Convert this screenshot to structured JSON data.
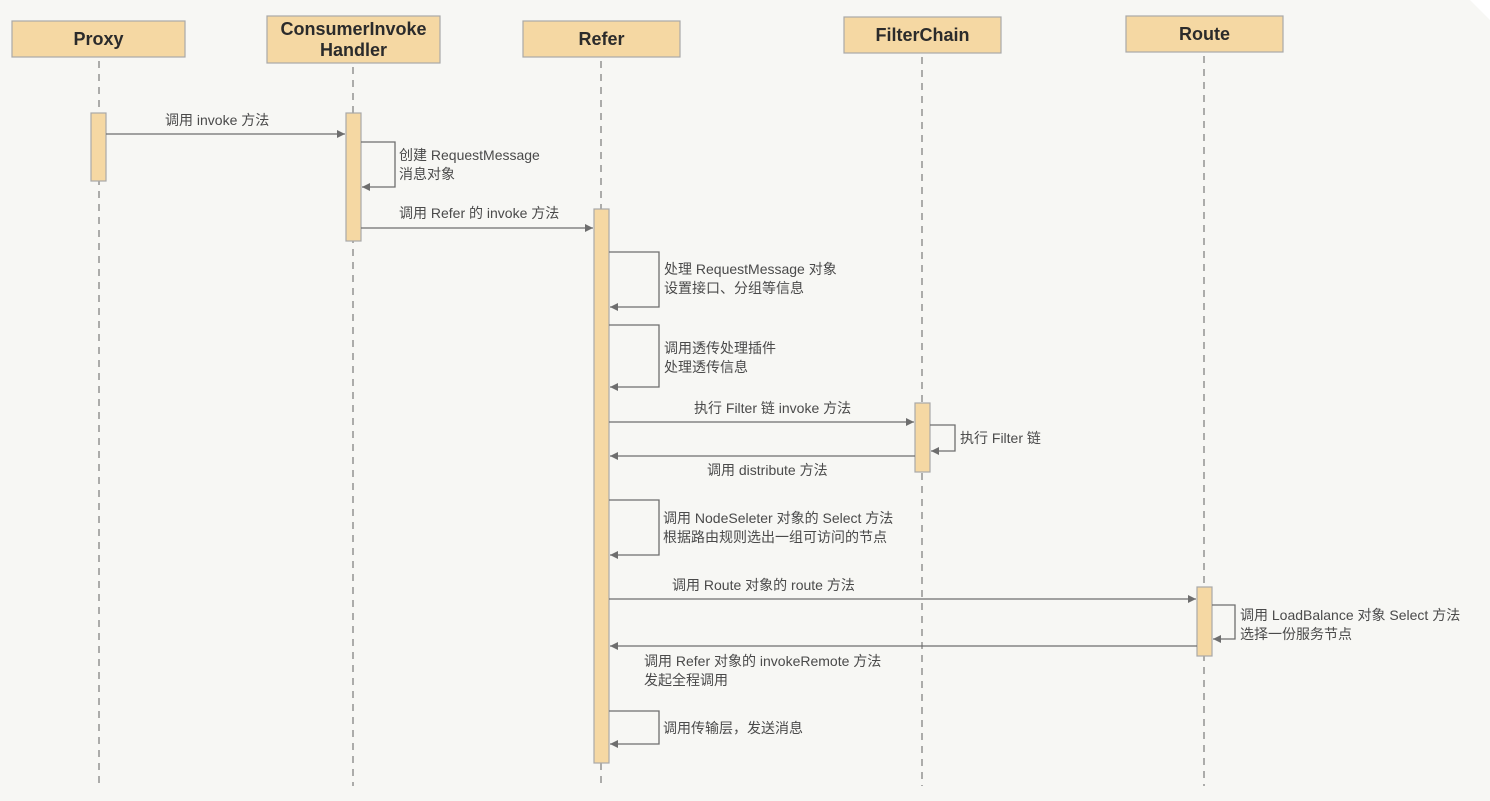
{
  "diagram": {
    "type": "sequence",
    "participants": [
      {
        "id": "proxy",
        "label_lines": [
          "Proxy"
        ]
      },
      {
        "id": "handler",
        "label_lines": [
          "ConsumerInvoke",
          "Handler"
        ]
      },
      {
        "id": "refer",
        "label_lines": [
          "Refer"
        ]
      },
      {
        "id": "filterchain",
        "label_lines": [
          "FilterChain"
        ]
      },
      {
        "id": "route",
        "label_lines": [
          "Route"
        ]
      }
    ],
    "messages": [
      {
        "order": 1,
        "from": "proxy",
        "to": "handler",
        "kind": "call",
        "label_lines": [
          "调用 invoke 方法"
        ]
      },
      {
        "order": 2,
        "from": "handler",
        "to": "handler",
        "kind": "self",
        "label_lines": [
          "创建 RequestMessage",
          "消息对象"
        ]
      },
      {
        "order": 3,
        "from": "handler",
        "to": "refer",
        "kind": "call",
        "label_lines": [
          "调用 Refer 的 invoke 方法"
        ]
      },
      {
        "order": 4,
        "from": "refer",
        "to": "refer",
        "kind": "self",
        "label_lines": [
          "处理 RequestMessage 对象",
          "设置接口、分组等信息"
        ]
      },
      {
        "order": 5,
        "from": "refer",
        "to": "refer",
        "kind": "self",
        "label_lines": [
          "调用透传处理插件",
          "处理透传信息"
        ]
      },
      {
        "order": 6,
        "from": "refer",
        "to": "filterchain",
        "kind": "call",
        "label_lines": [
          "执行 Filter 链 invoke 方法"
        ]
      },
      {
        "order": 7,
        "from": "filterchain",
        "to": "filterchain",
        "kind": "self",
        "label_lines": [
          "执行 Filter 链"
        ]
      },
      {
        "order": 8,
        "from": "filterchain",
        "to": "refer",
        "kind": "return",
        "label_lines": [
          "调用 distribute 方法"
        ]
      },
      {
        "order": 9,
        "from": "refer",
        "to": "refer",
        "kind": "self",
        "label_lines": [
          "调用 NodeSeleter 对象的 Select 方法",
          "根据路由规则选出一组可访问的节点"
        ]
      },
      {
        "order": 10,
        "from": "refer",
        "to": "route",
        "kind": "call",
        "label_lines": [
          "调用 Route 对象的 route 方法"
        ]
      },
      {
        "order": 11,
        "from": "route",
        "to": "route",
        "kind": "self",
        "label_lines": [
          "调用 LoadBalance 对象 Select 方法",
          "选择一份服务节点"
        ]
      },
      {
        "order": 12,
        "from": "route",
        "to": "refer",
        "kind": "return",
        "label_lines": [
          "调用 Refer 对象的 invokeRemote 方法",
          "发起全程调用"
        ]
      },
      {
        "order": 13,
        "from": "refer",
        "to": "refer",
        "kind": "self",
        "label_lines": [
          "调用传输层，发送消息"
        ]
      }
    ]
  },
  "colors": {
    "background": "#f7f7f4",
    "box_fill": "#f5d8a3",
    "box_border": "#a9a9a9",
    "line": "#6e6e6e",
    "text": "#4a4a4a",
    "title_text": "#2b2b2b"
  }
}
